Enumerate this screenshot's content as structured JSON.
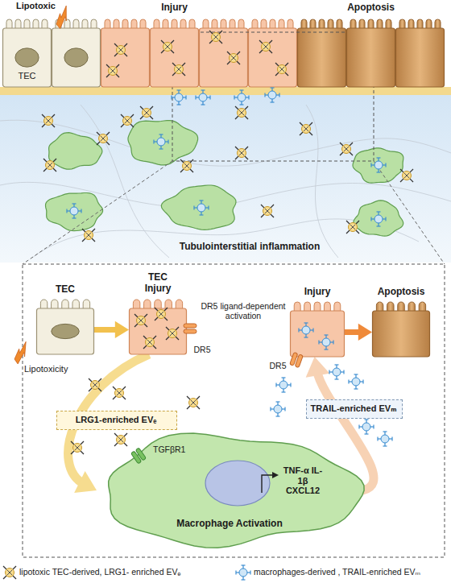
{
  "diagram": {
    "nodes": [
      {
        "text": [
          "TEC"
        ]
      },
      {
        "text": [
          "Injury"
        ]
      },
      {
        "text": [
          "Apoptosis"
        ]
      },
      {
        "text": [
          "TEC"
        ]
      },
      {
        "text": [
          "TEC Injury"
        ]
      },
      {
        "text": [
          "Injury"
        ]
      },
      {
        "text": [
          "Apoptosis"
        ]
      },
      {
        "text": [
          "LRG1-enriched EVₑ"
        ]
      },
      {
        "text": [
          "TRAIL-enriched EVₘ"
        ]
      },
      {
        "text": [
          "TNF-α IL-1β CXCL12",
          "Macrophage Activation"
        ]
      }
    ],
    "edges": [
      {
        "from": 3,
        "to": 4,
        "arrow": "to"
      },
      {
        "from": 5,
        "to": 6,
        "arrow": "to"
      },
      {
        "from": 4,
        "to": 9,
        "arrow": "to"
      },
      {
        "from": 9,
        "to": 5,
        "arrow": "to"
      }
    ],
    "labels": [
      "Lipotoxic",
      "Tubulointerstitial inflammation",
      "Lipotoxicity",
      "DR5",
      "TGFβR1",
      "DR5 ligand-dependent activation",
      "DR5"
    ],
    "legend": [
      {
        "text": "lipotoxic TEC-derived, LRG1- enriched EVₑ"
      },
      {
        "text": "macrophages-derived , TRAIL-enriched EVₘ"
      }
    ]
  }
}
